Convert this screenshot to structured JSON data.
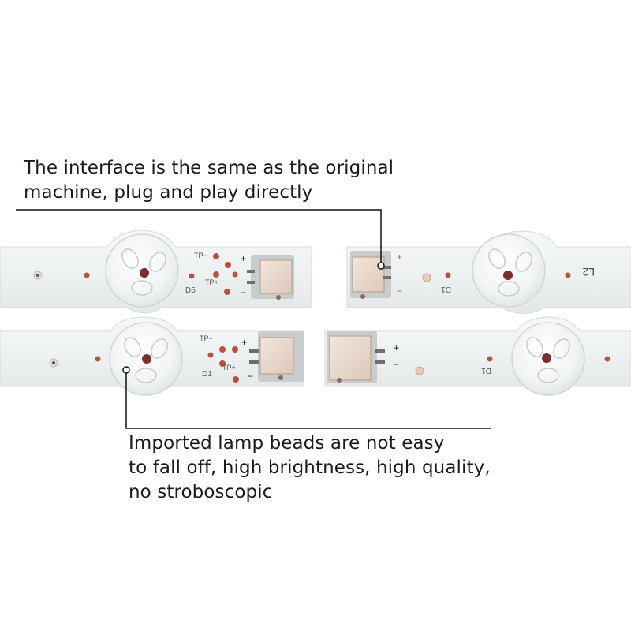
{
  "callouts": {
    "top": {
      "lines": [
        "The interface is the same as the original",
        "machine, plug and play directly"
      ]
    },
    "bottom": {
      "lines": [
        "Imported lamp beads are not easy",
        "to fall off, high brightness, high quality,",
        "no stroboscopic"
      ]
    }
  },
  "pcb_labels": {
    "upper_left_tp_minus": "TP−",
    "upper_left_tp_plus": "TP+",
    "upper_left_led_id": "D5",
    "upper_left_plus": "+",
    "upper_left_minus": "−",
    "upper_right_led_id": "D1",
    "upper_right_part": "L2",
    "upper_right_plus": "+",
    "upper_right_minus": "−",
    "lower_left_tp_minus": "TP−",
    "lower_left_tp_plus": "TP+",
    "lower_left_led_id": "D1",
    "lower_left_plus": "+",
    "lower_left_minus": "−",
    "lower_right_led_id": "D1",
    "lower_right_plus": "+",
    "lower_right_minus": "−"
  },
  "colors": {
    "strip": "#eef1f1",
    "strip_edge": "#d5dadb",
    "lens": "#f3f5f5",
    "pad": "#b5533d",
    "connector": "#e6d6cb",
    "connector_frame": "#c9cccc",
    "callout_line": "#111111",
    "text": "#1a1a1a"
  }
}
